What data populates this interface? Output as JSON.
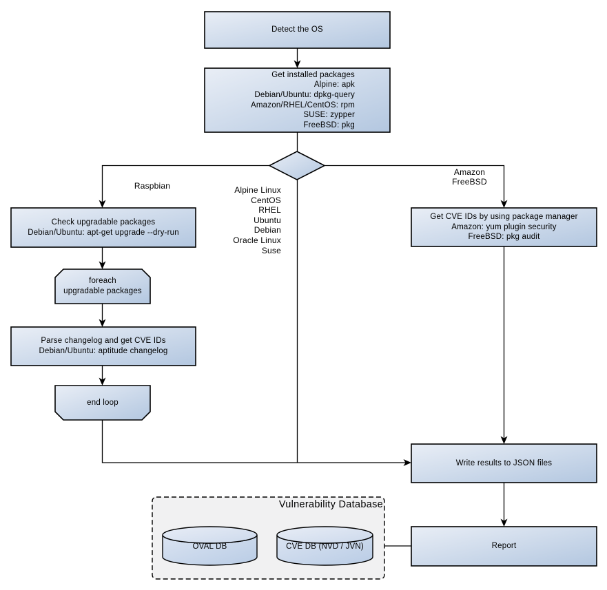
{
  "diagram": {
    "nodes": {
      "detect_os": {
        "label": "Detect the OS"
      },
      "get_installed_packages": {
        "label": "Get installed packages\nAlpine: apk\nDebian/Ubuntu: dpkg-query\nAmazon/RHEL/CentOS: rpm\nSUSE: zypper\nFreeBSD: pkg"
      },
      "check_upgradable": {
        "label": "Check upgradable packages\nDebian/Ubuntu: apt-get upgrade --dry-run"
      },
      "foreach_loop_start": {
        "label": "foreach\nupgradable packages"
      },
      "parse_changelog": {
        "label": "Parse changelog and get CVE IDs\nDebian/Ubuntu: aptitude changelog"
      },
      "end_loop": {
        "label": "end loop"
      },
      "get_cve_ids": {
        "label": "Get CVE IDs by using package manager\nAmazon: yum plugin security\nFreeBSD: pkg audit"
      },
      "write_json": {
        "label": "Write results to JSON files"
      },
      "report": {
        "label": "Report"
      }
    },
    "edge_labels": {
      "raspbian": "Raspbian",
      "os_list": "Alpine Linux\nCentOS\nRHEL\nUbuntu\nDebian\nOracle Linux\nSuse",
      "amazon_freebsd": "Amazon\nFreeBSD"
    },
    "database": {
      "title": "Vulnerability Database",
      "cylinders": [
        {
          "label": "OVAL DB"
        },
        {
          "label": "CVE DB (NVD / JVN)"
        }
      ]
    },
    "colors": {
      "node_fill_light": "#e9eef6",
      "node_fill_dark": "#b3c7e0",
      "cylinder_body_light": "#dbe4f2",
      "cylinder_body_dark": "#b9cce5",
      "cylinder_top_light": "#e8edf6",
      "cylinder_top_dark": "#ccd9ec",
      "container_fill": "#f1f1f2",
      "stroke": "#000000"
    }
  }
}
